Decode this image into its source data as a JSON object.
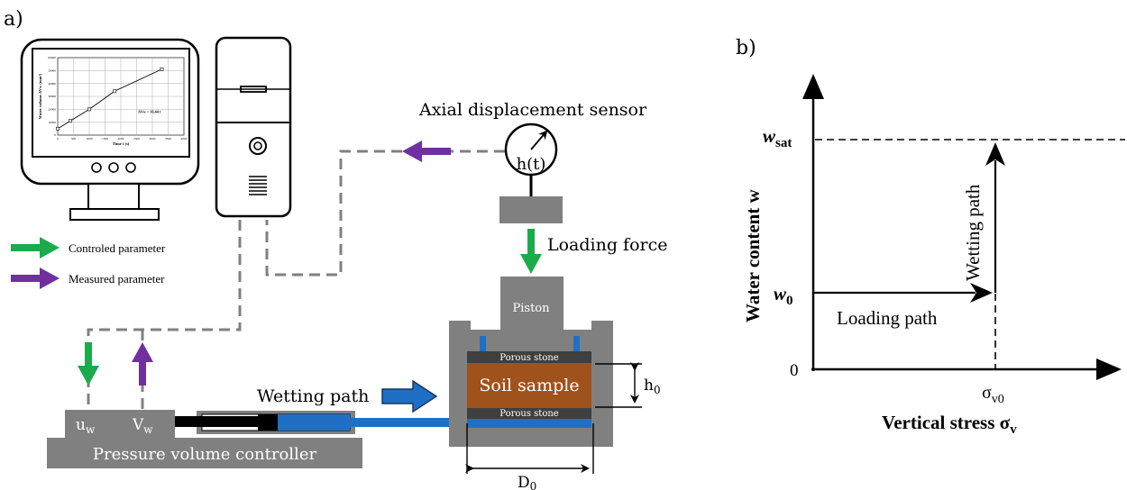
{
  "panel_a": {
    "label": "a)",
    "monitor": {
      "chart_data": {
        "type": "line",
        "title": "",
        "xlabel": "Time t (s)",
        "ylabel": "Water volume  ΔVw (mm³)",
        "x_ticks": [
          "0",
          "500",
          "1000",
          "1500",
          "2000",
          "2500",
          "3000",
          "3500",
          "4000"
        ],
        "y_ticks": [
          "0",
          "10000",
          "20000",
          "30000",
          "40000",
          "50000",
          "60000"
        ],
        "xlim": [
          0,
          4000
        ],
        "ylim": [
          0,
          60000
        ],
        "annotation": "ΔVw = 16.44 t",
        "series": [
          {
            "x": [
              0,
              400,
              1000,
              1800,
              3300
            ],
            "y": [
              5000,
              11000,
              20000,
              34000,
              51000
            ]
          }
        ]
      },
      "buttons": [
        "o",
        "o",
        "o"
      ]
    },
    "legend": {
      "controlled": "Controled parameter",
      "measured": "Measured parameter",
      "colors": {
        "controlled": "#1aab4b",
        "measured": "#7030a0"
      }
    },
    "sensor": {
      "title": "Axial displacement sensor",
      "gauge_label": "h(t)"
    },
    "loading_force": "Loading force",
    "piston": "Piston",
    "porous_stone_top": "Porous stone",
    "porous_stone_bottom": "Porous stone",
    "soil_sample": "Soil sample",
    "h0": {
      "main": "h",
      "sub": "0"
    },
    "d0": {
      "main": "D",
      "sub": "0"
    },
    "wetting_path": "Wetting path",
    "pvc": {
      "title": "Pressure volume controller",
      "uw": {
        "main": "u",
        "sub": "w"
      },
      "vw": {
        "main": "V",
        "sub": "w"
      }
    },
    "colors": {
      "grey": "#808080",
      "water": "#1f6fc4",
      "soil": "#a0521c",
      "dark": "#3f3f3f"
    }
  },
  "panel_b": {
    "label": "b)",
    "chart_data": {
      "type": "line",
      "xlabel": {
        "main": "Vertical stress σ",
        "sub": "v"
      },
      "ylabel": "Water content w",
      "y_ticks": [
        {
          "main": "0",
          "sub": ""
        },
        {
          "main": "w",
          "sub": "0"
        },
        {
          "main": "w",
          "sub": "sat"
        }
      ],
      "x_ticks": [
        {
          "main": "σ",
          "sub": "v0"
        }
      ],
      "paths": [
        {
          "name": "Loading path",
          "from": [
            "0",
            "w0"
          ],
          "to": [
            "σv0",
            "w0"
          ]
        },
        {
          "name": "Wetting path",
          "from": [
            "σv0",
            "w0"
          ],
          "to": [
            "σv0",
            "wsat"
          ]
        }
      ]
    }
  }
}
